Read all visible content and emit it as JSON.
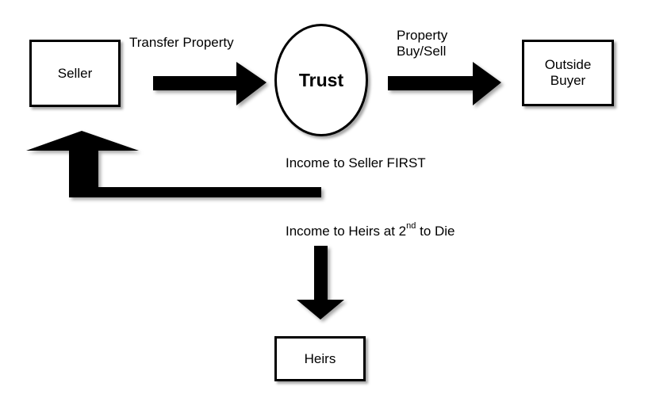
{
  "nodes": {
    "seller": "Seller",
    "trust": "Trust",
    "outside_buyer": "Outside\nBuyer",
    "heirs": "Heirs"
  },
  "labels": {
    "transfer_property": "Transfer Property",
    "property_buy_sell": "Property\nBuy/Sell",
    "income_to_seller": "Income to Seller FIRST",
    "income_to_heirs_prefix": "Income to Heirs at 2",
    "income_to_heirs_sup": "nd",
    "income_to_heirs_suffix": " to Die"
  }
}
